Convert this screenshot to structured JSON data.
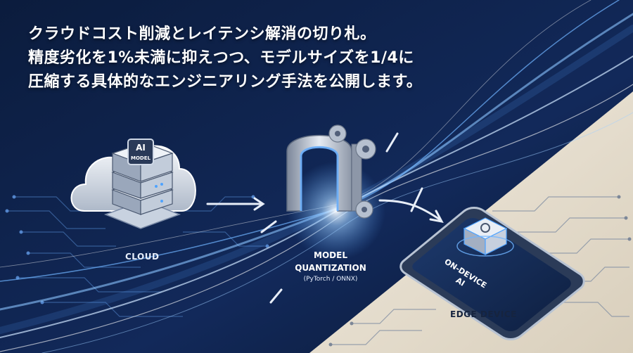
{
  "headline": {
    "line1": "クラウドコスト削減とレイテンシ解消の切り札。",
    "line2": "精度劣化を1%未満に抑えつつ、モデルサイズを1/4に",
    "line3": "圧縮する具体的なエンジニアリング手法を公開します。"
  },
  "diagram": {
    "server_badge_line1": "AI",
    "server_badge_line2": "MODEL",
    "cloud_label": "CLOUD",
    "quant_label_line1": "MODEL",
    "quant_label_line2": "QUANTIZATION",
    "quant_label_line3": "(PyTorch / ONNX)",
    "phone_text_line1": "ON-DEVICE",
    "phone_text_line2": "AI",
    "edge_label": "EDGE DEVICE"
  },
  "colors": {
    "background_dark": "#0f2246",
    "background_light": "#e7dfcf",
    "accent_blue": "#6fb4ff",
    "text_white": "#ffffff",
    "text_dark": "#16243f"
  }
}
